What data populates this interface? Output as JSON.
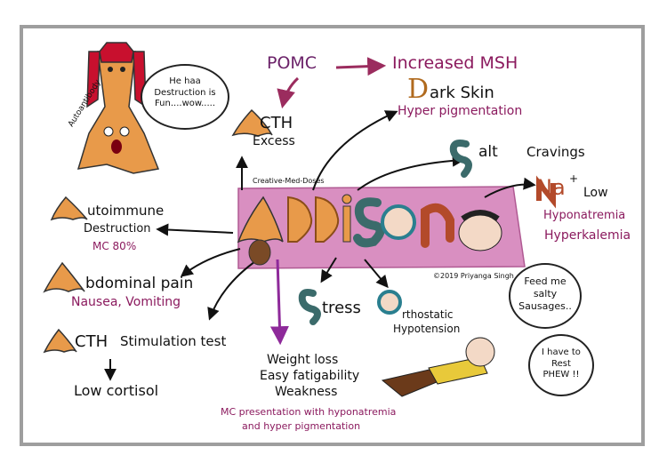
{
  "center": {
    "letters": [
      "A",
      "D",
      "D",
      "I",
      "S",
      "O",
      "N"
    ],
    "tag": "Creative-Med-Doses",
    "copyright": "©2019 Priyanga Singh"
  },
  "top": {
    "pomc": "POMC",
    "msh": "Increased MSH",
    "dark_first": "D",
    "dark_rest": "ark Skin",
    "hyper_pig": "Hyper pigmentation"
  },
  "acth_excess": {
    "first": "A",
    "rest": "CTH",
    "sub": "Excess"
  },
  "autoimmune": {
    "first": "A",
    "rest": "utoimmune",
    "sub": "Destruction",
    "mc": "MC 80%"
  },
  "autoantibody": {
    "label": "Autoantibody",
    "bubble": [
      "He haa",
      "Destruction is",
      "Fun....wow....."
    ]
  },
  "abdominal": {
    "first": "A",
    "rest": "bdominal pain",
    "sub": "Nausea, Vomiting"
  },
  "stim": {
    "first": "A",
    "rest": "CTH",
    "test": "Stimulation test",
    "result": "Low cortisol"
  },
  "weight": {
    "lines": [
      "Weight loss",
      "Easy fatigability",
      "Weakness"
    ]
  },
  "mc_presentation": {
    "lines": [
      "MC presentation with hyponatremia",
      "and hyper pigmentation"
    ]
  },
  "stress": {
    "first": "S",
    "rest": "tress"
  },
  "orthostatic": {
    "first": "O",
    "rest": "rthostatic",
    "sub": "Hypotension"
  },
  "salt": {
    "first": "S",
    "rest": "alt",
    "cravings": "Cravings"
  },
  "sodium": {
    "symbol": "Na",
    "charge": "+",
    "low": "Low",
    "hypo": "Hyponatremia",
    "hyperk": "Hyperkalemia"
  },
  "bubbles": {
    "feed": [
      "Feed me",
      "salty",
      "Sausages.."
    ],
    "rest": [
      "I have to",
      "Rest",
      "PHEW !!"
    ]
  },
  "colors": {
    "ink": "#111111",
    "maroon": "#8b1a5e",
    "purple": "#7b2d7e",
    "pink_band": "#d98fc1",
    "adrenal": "#e89a4a"
  }
}
